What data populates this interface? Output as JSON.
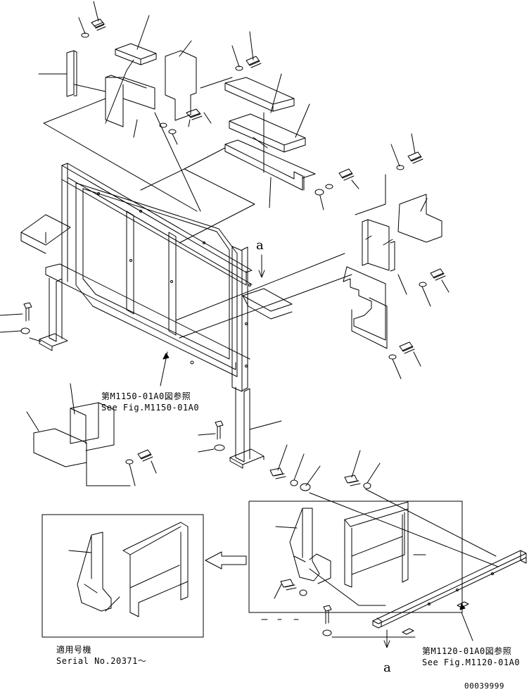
{
  "colors": {
    "ink": "#000000",
    "paper": "#ffffff"
  },
  "references": {
    "m1150": {
      "jp": "第M1150-01A0図参照",
      "en": "See Fig.M1150-01A0"
    },
    "m1120": {
      "jp": "第M1120-01A0図参照",
      "en": "See Fig.M1120-01A0"
    }
  },
  "serial_note": {
    "jp": "適用号機",
    "en": "Serial No.20371～"
  },
  "view_marker_top": "a",
  "view_marker_bottom": "a",
  "drawing_number": "00039999"
}
